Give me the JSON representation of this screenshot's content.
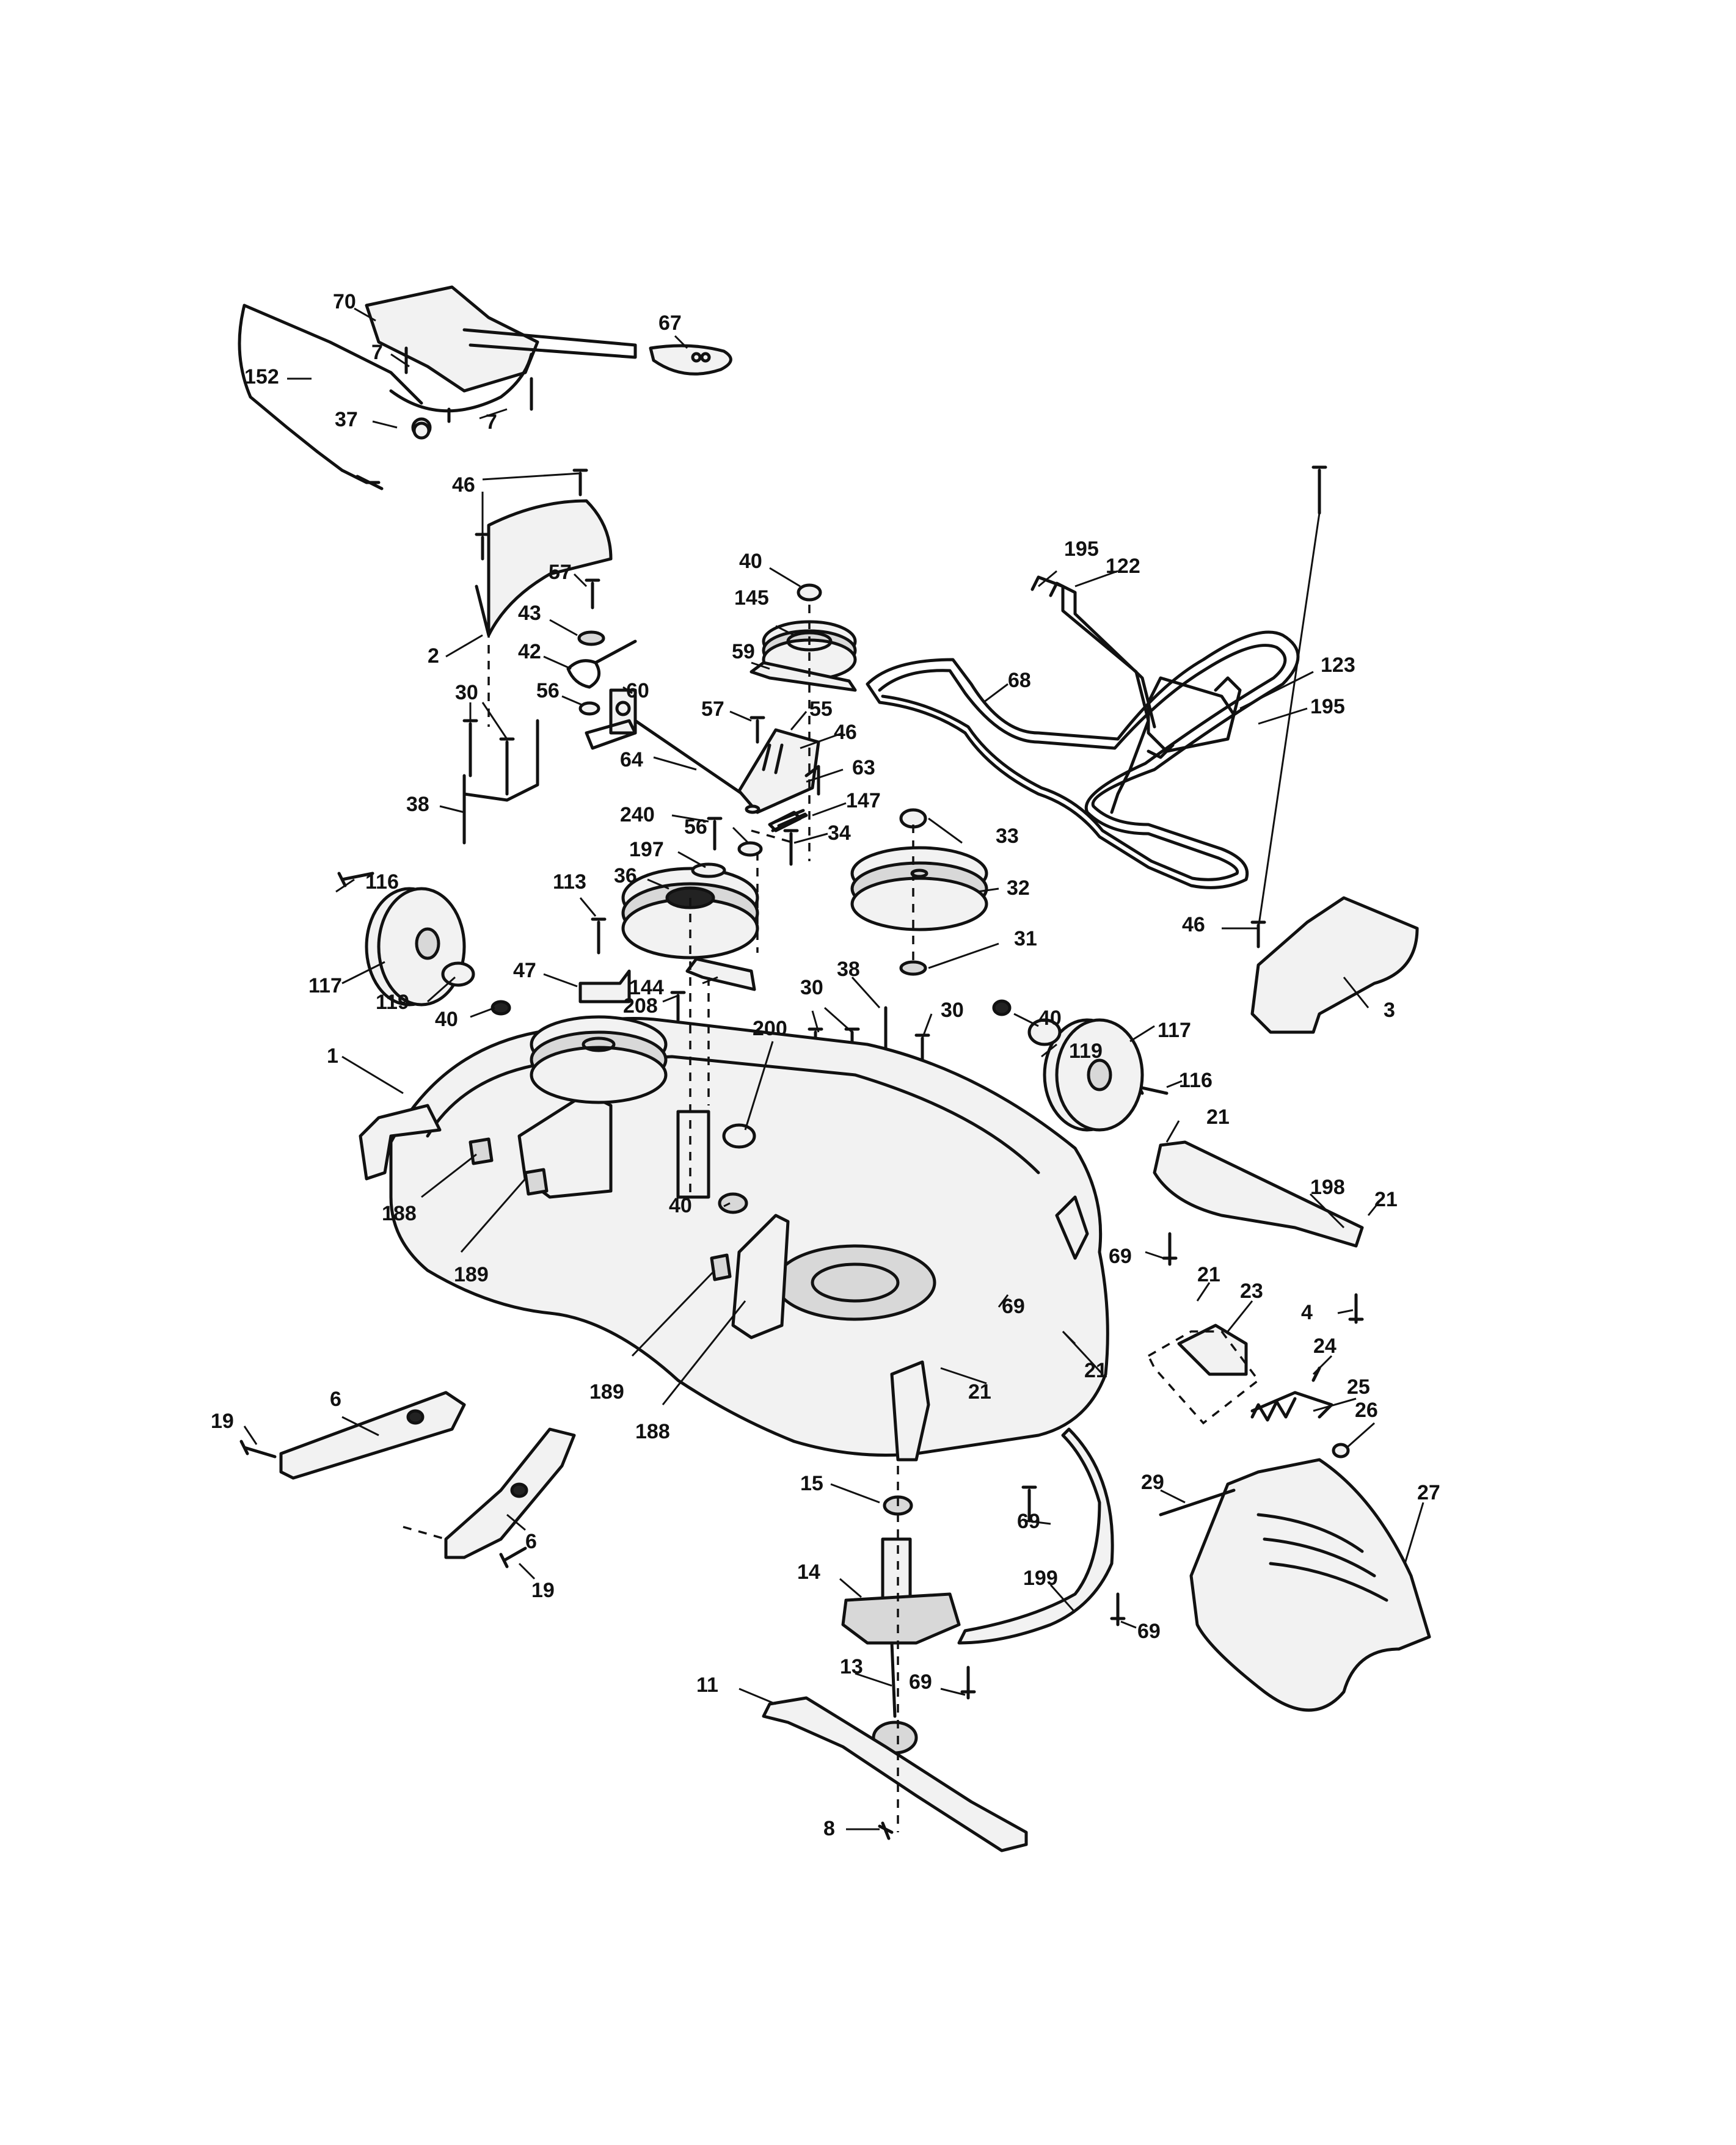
{
  "callouts": [
    {
      "id": "c-70",
      "label": "70"
    },
    {
      "id": "c-67",
      "label": "67"
    },
    {
      "id": "c-7a",
      "label": "7"
    },
    {
      "id": "c-152",
      "label": "152"
    },
    {
      "id": "c-37",
      "label": "37"
    },
    {
      "id": "c-7b",
      "label": "7"
    },
    {
      "id": "c-46a",
      "label": "46"
    },
    {
      "id": "c-57a",
      "label": "57"
    },
    {
      "id": "c-43",
      "label": "43"
    },
    {
      "id": "c-42",
      "label": "42"
    },
    {
      "id": "c-2",
      "label": "2"
    },
    {
      "id": "c-56a",
      "label": "56"
    },
    {
      "id": "c-60",
      "label": "60"
    },
    {
      "id": "c-40a",
      "label": "40"
    },
    {
      "id": "c-145",
      "label": "145"
    },
    {
      "id": "c-59",
      "label": "59"
    },
    {
      "id": "c-57b",
      "label": "57"
    },
    {
      "id": "c-55",
      "label": "55"
    },
    {
      "id": "c-46b",
      "label": "46"
    },
    {
      "id": "c-63",
      "label": "63"
    },
    {
      "id": "c-64",
      "label": "64"
    },
    {
      "id": "c-56b",
      "label": "56"
    },
    {
      "id": "c-147",
      "label": "147"
    },
    {
      "id": "c-34",
      "label": "34"
    },
    {
      "id": "c-240",
      "label": "240"
    },
    {
      "id": "c-197",
      "label": "197"
    },
    {
      "id": "c-36",
      "label": "36"
    },
    {
      "id": "c-30a",
      "label": "30"
    },
    {
      "id": "c-38a",
      "label": "38"
    },
    {
      "id": "c-116a",
      "label": "116"
    },
    {
      "id": "c-117a",
      "label": "117"
    },
    {
      "id": "c-119a",
      "label": "119"
    },
    {
      "id": "c-40b",
      "label": "40"
    },
    {
      "id": "c-113",
      "label": "113"
    },
    {
      "id": "c-47",
      "label": "47"
    },
    {
      "id": "c-144",
      "label": "144"
    },
    {
      "id": "c-208",
      "label": "208"
    },
    {
      "id": "c-33",
      "label": "33"
    },
    {
      "id": "c-32",
      "label": "32"
    },
    {
      "id": "c-31",
      "label": "31"
    },
    {
      "id": "c-195a",
      "label": "195"
    },
    {
      "id": "c-122",
      "label": "122"
    },
    {
      "id": "c-68",
      "label": "68"
    },
    {
      "id": "c-123",
      "label": "123"
    },
    {
      "id": "c-195b",
      "label": "195"
    },
    {
      "id": "c-46c",
      "label": "46"
    },
    {
      "id": "c-3",
      "label": "3"
    },
    {
      "id": "c-40c",
      "label": "40"
    },
    {
      "id": "c-119b",
      "label": "119"
    },
    {
      "id": "c-117b",
      "label": "117"
    },
    {
      "id": "c-116b",
      "label": "116"
    },
    {
      "id": "c-30b",
      "label": "30"
    },
    {
      "id": "c-38b",
      "label": "38"
    },
    {
      "id": "c-30c",
      "label": "30"
    },
    {
      "id": "c-200",
      "label": "200"
    },
    {
      "id": "c-1",
      "label": "1"
    },
    {
      "id": "c-40d",
      "label": "40"
    },
    {
      "id": "c-188a",
      "label": "188"
    },
    {
      "id": "c-189a",
      "label": "189"
    },
    {
      "id": "c-21a",
      "label": "21"
    },
    {
      "id": "c-198",
      "label": "198"
    },
    {
      "id": "c-21b",
      "label": "21"
    },
    {
      "id": "c-69a",
      "label": "69"
    },
    {
      "id": "c-21c",
      "label": "21"
    },
    {
      "id": "c-23",
      "label": "23"
    },
    {
      "id": "c-4",
      "label": "4"
    },
    {
      "id": "c-69b",
      "label": "69"
    },
    {
      "id": "c-21d",
      "label": "21"
    },
    {
      "id": "c-24",
      "label": "24"
    },
    {
      "id": "c-25",
      "label": "25"
    },
    {
      "id": "c-21e",
      "label": "21"
    },
    {
      "id": "c-189b",
      "label": "189"
    },
    {
      "id": "c-188b",
      "label": "188"
    },
    {
      "id": "c-26",
      "label": "26"
    },
    {
      "id": "c-19a",
      "label": "19"
    },
    {
      "id": "c-6a",
      "label": "6"
    },
    {
      "id": "c-6b",
      "label": "6"
    },
    {
      "id": "c-19b",
      "label": "19"
    },
    {
      "id": "c-15",
      "label": "15"
    },
    {
      "id": "c-29",
      "label": "29"
    },
    {
      "id": "c-27",
      "label": "27"
    },
    {
      "id": "c-69c",
      "label": "69"
    },
    {
      "id": "c-14",
      "label": "14"
    },
    {
      "id": "c-199",
      "label": "199"
    },
    {
      "id": "c-69d",
      "label": "69"
    },
    {
      "id": "c-13",
      "label": "13"
    },
    {
      "id": "c-69e",
      "label": "69"
    },
    {
      "id": "c-11",
      "label": "11"
    },
    {
      "id": "c-8",
      "label": "8"
    }
  ]
}
